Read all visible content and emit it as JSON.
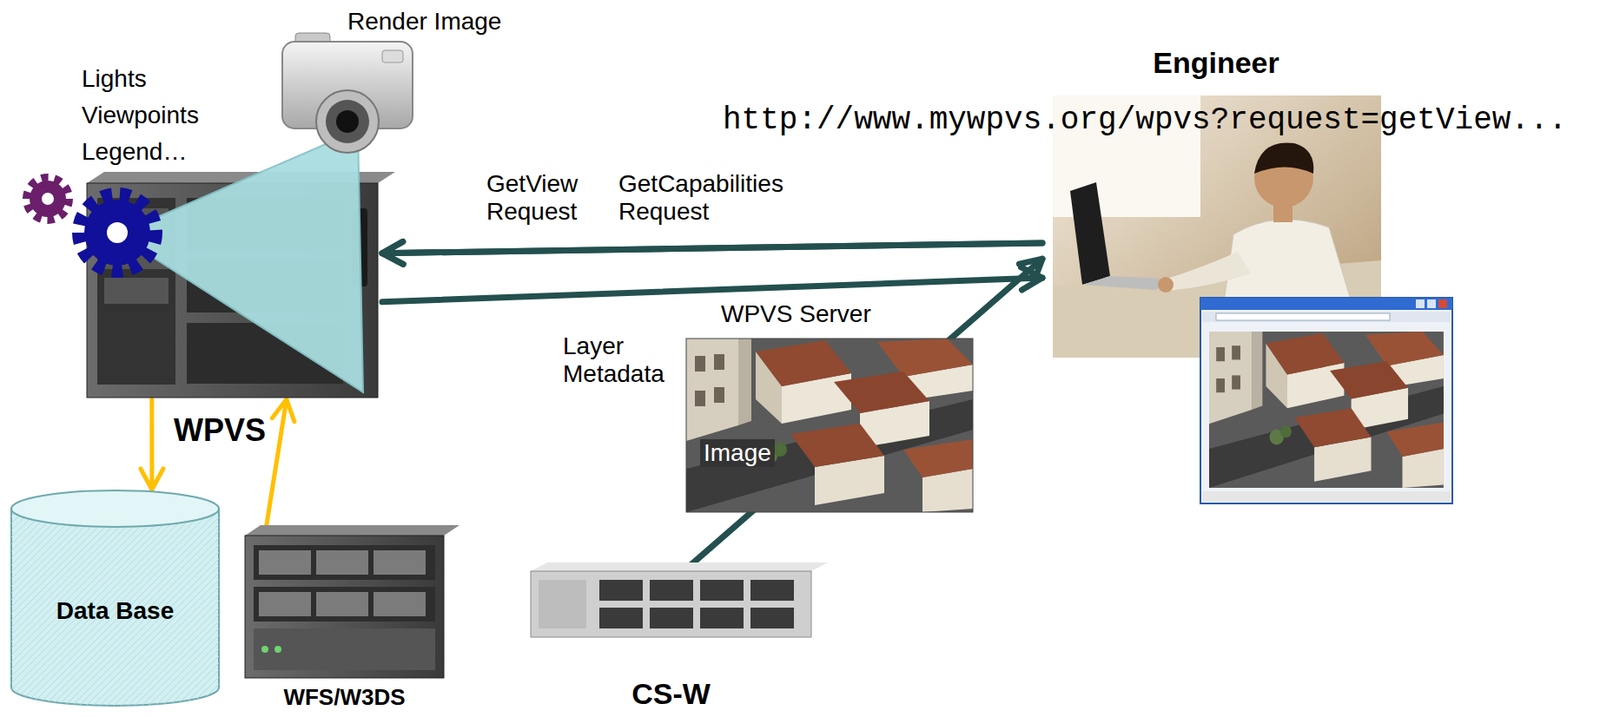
{
  "diagram": {
    "nodes": [
      {
        "text": [
          "WPVS"
        ]
      },
      {
        "text": [
          "Data Base"
        ]
      },
      {
        "text": [
          "WFS/W3DS"
        ]
      },
      {
        "text": [
          "CS-W"
        ]
      },
      {
        "text": [
          "Engineer"
        ]
      }
    ],
    "edges": [
      {
        "from": 4,
        "to": 0,
        "arrow": "to",
        "label": "GetView Request"
      },
      {
        "from": 4,
        "to": 0,
        "arrow": "to",
        "label": "GetCapabilities Request"
      },
      {
        "from": 0,
        "to": 4,
        "arrow": "to",
        "label": "Layer Metadata"
      },
      {
        "from": 3,
        "to": 4,
        "arrow": "to"
      },
      {
        "from": 0,
        "to": 1,
        "arrow": "to"
      },
      {
        "from": 2,
        "to": 0,
        "arrow": "to"
      }
    ],
    "labels": [
      "Render Image",
      "Lights Viewpoints Legend…",
      "http://www.mywpvs.org/wpvs?request=getView...",
      "WPVS Server",
      "Image"
    ]
  }
}
